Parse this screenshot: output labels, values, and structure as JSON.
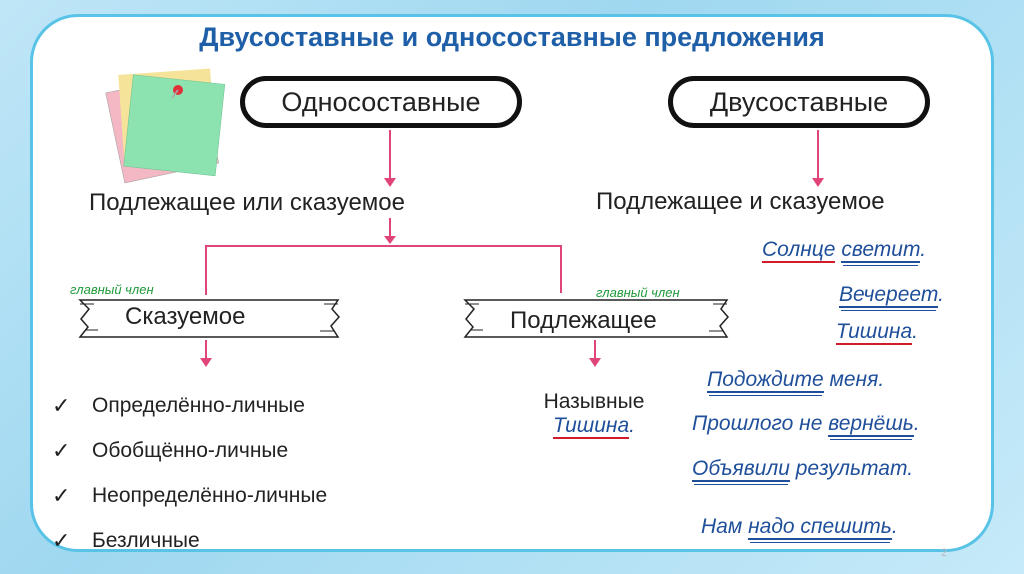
{
  "title": "Двусоставные и односоставные предложения",
  "left_branch": {
    "oval_label": "Односоставные",
    "sublabel": "Подлежащее или сказуемое",
    "skaz_tag": "главный член",
    "skaz_label": "Сказуемое",
    "podl_tag": "главный член",
    "podl_label": "Подлежащее"
  },
  "right_branch": {
    "oval_label": "Двусоставные",
    "sublabel": "Подлежащее и сказуемое"
  },
  "checklist": [
    "Определённо-личные",
    "Обобщённо-личные",
    "Неопределённо-личные",
    "Безличные"
  ],
  "nominative": {
    "label": "Назывные",
    "example_word": "Тишина",
    "example_punct": "."
  },
  "examples": {
    "e1": {
      "subj": "Солнце",
      "sp": " ",
      "pred": "светит",
      "end": "."
    },
    "e2": {
      "pred": "Вечереет",
      "end": "."
    },
    "e3": {
      "subj": "Тишина",
      "end": "."
    },
    "e4": {
      "pred": "Подождите",
      "rest": " меня."
    },
    "e5": {
      "pre": "Прошлого не ",
      "pred": "вернёшь",
      "end": "."
    },
    "e6": {
      "pred": "Объявили",
      "rest": " результат."
    },
    "e7": {
      "pre": "Нам ",
      "pred": "надо спешить",
      "end": "."
    }
  },
  "page_number": "2",
  "colors": {
    "title": "#1f5fa8",
    "connector": "#e0457a",
    "border": "#58c3e6",
    "example": "#1f4f9a"
  }
}
